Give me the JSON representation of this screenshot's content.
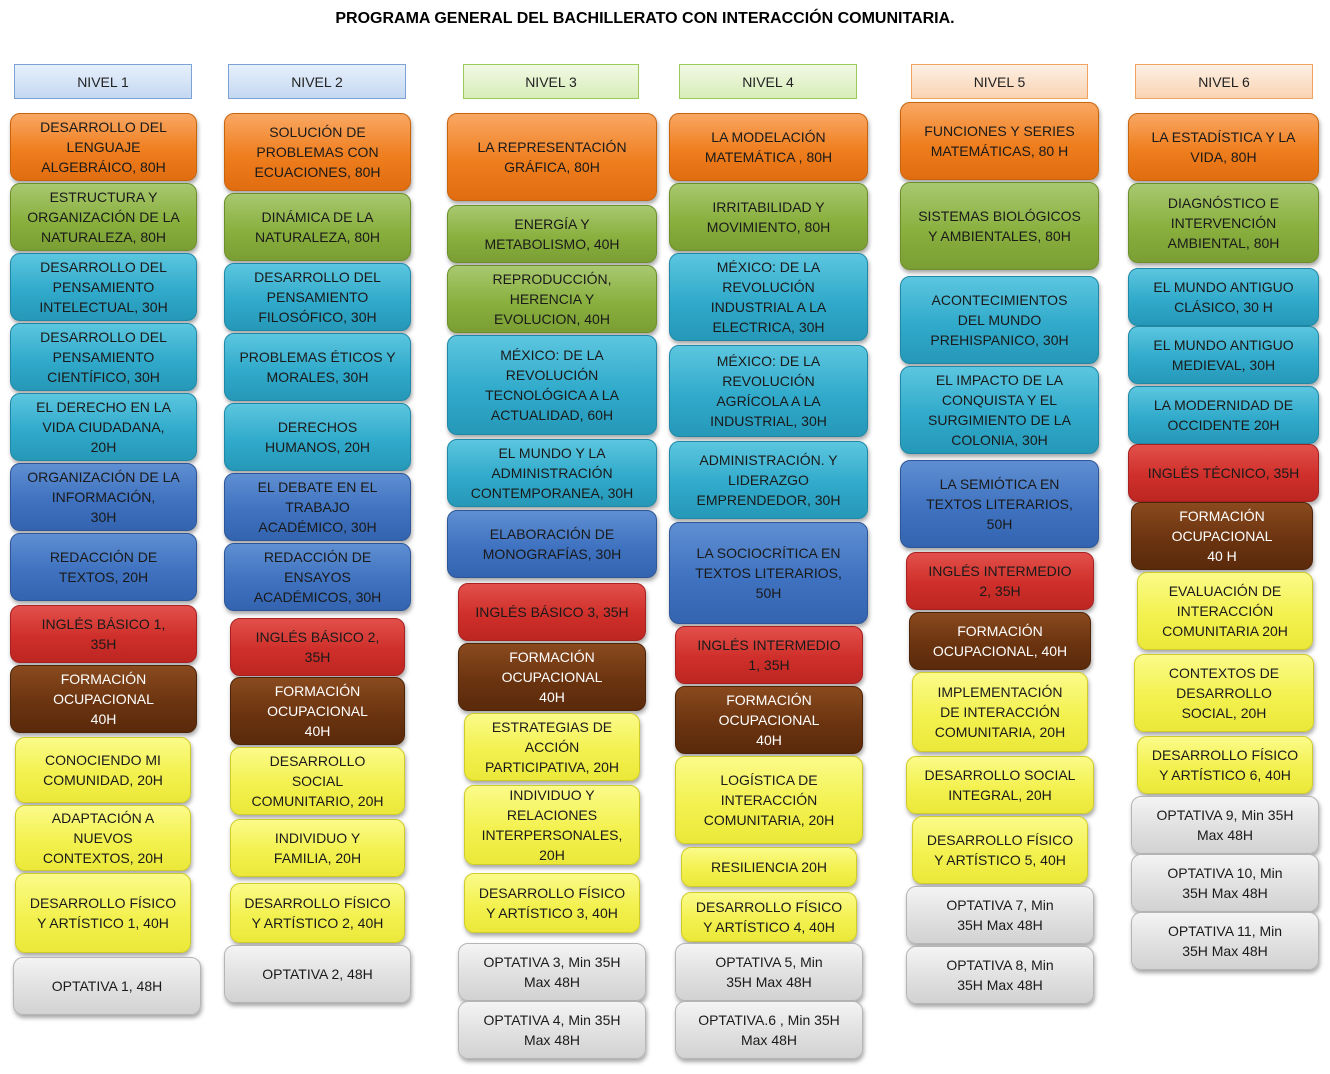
{
  "title": "PROGRAMA GENERAL DEL BACHILLERATO CON INTERACCIÓN COMUNITARIA.",
  "colors": {
    "orange": "#ef7e1e",
    "green": "#8ab03f",
    "cyan": "#31aacb",
    "blue": "#3f72c0",
    "red": "#cf2f2a",
    "brown": "#6b3410",
    "yellow": "#f3f14f",
    "gray": "#e0e0e0"
  },
  "levels": [
    {
      "header": "NIVEL 1",
      "courses": [
        {
          "label": "DESARROLLO DEL\nLENGUAJE\nALGEBRÁICO, 80H",
          "color": "orange"
        },
        {
          "label": "ESTRUCTURA Y\nORGANIZACIÓN DE LA\nNATURALEZA, 80H",
          "color": "green"
        },
        {
          "label": "DESARROLLO DEL\nPENSAMIENTO\nINTELECTUAL, 30H",
          "color": "cyan"
        },
        {
          "label": "DESARROLLO DEL\nPENSAMIENTO\nCIENTÍFICO, 30H",
          "color": "cyan"
        },
        {
          "label": "EL DERECHO  EN LA\nVIDA CIUDADANA,\n20H",
          "color": "cyan"
        },
        {
          "label": "ORGANIZACIÓN DE LA\nINFORMACIÓN,\n30H",
          "color": "blue"
        },
        {
          "label": "REDACCIÓN DE\nTEXTOS, 20H",
          "color": "blue"
        },
        {
          "label": "INGLÉS BÁSICO  1,\n35H",
          "color": "red"
        },
        {
          "label": "FORMACIÓN\nOCUPACIONAL\n40H",
          "color": "brown"
        },
        {
          "label": "CONOCIENDO MI\nCOMUNIDAD, 20H",
          "color": "yellow"
        },
        {
          "label": "ADAPTACIÓN A\nNUEVOS\nCONTEXTOS, 20H",
          "color": "yellow"
        },
        {
          "label": "DESARROLLO FÍSICO\nY ARTÍSTICO 1, 40H",
          "color": "yellow"
        },
        {
          "label": "OPTATIVA  1, 48H",
          "color": "gray"
        }
      ]
    },
    {
      "header": "NIVEL 2",
      "courses": [
        {
          "label": "SOLUCIÓN DE\nPROBLEMAS CON\nECUACIONES, 80H",
          "color": "orange"
        },
        {
          "label": "DINÁMICA DE LA\nNATURALEZA, 80H",
          "color": "green"
        },
        {
          "label": "DESARROLLO DEL\nPENSAMIENTO\nFILOSÓFICO, 30H",
          "color": "cyan"
        },
        {
          "label": "PROBLEMAS ÉTICOS Y\nMORALES, 30H",
          "color": "cyan"
        },
        {
          "label": "DERECHOS\nHUMANOS, 20H",
          "color": "cyan"
        },
        {
          "label": "EL DEBATE EN EL\nTRABAJO\nACADÉMICO, 30H",
          "color": "blue"
        },
        {
          "label": "REDACCIÓN DE\nENSAYOS\nACADÉMICOS, 30H",
          "color": "blue"
        },
        {
          "label": "INGLÉS BÁSICO 2,\n35H",
          "color": "red"
        },
        {
          "label": "FORMACIÓN\nOCUPACIONAL\n40H",
          "color": "brown"
        },
        {
          "label": "DESARROLLO\nSOCIAL\nCOMUNITARIO, 20H",
          "color": "yellow"
        },
        {
          "label": "INDIVIDUO Y\nFAMILIA, 20H",
          "color": "yellow"
        },
        {
          "label": "DESARROLLO FÍSICO\nY ARTÍSTICO  2, 40H",
          "color": "yellow"
        },
        {
          "label": "OPTATIVA 2,  48H",
          "color": "gray"
        }
      ]
    },
    {
      "header": "NIVEL 3",
      "courses": [
        {
          "label": "LA REPRESENTACIÓN\nGRÁFICA, 80H",
          "color": "orange"
        },
        {
          "label": "ENERGÍA Y\nMETABOLISMO, 40H",
          "color": "green"
        },
        {
          "label": "REPRODUCCIÓN,\nHERENCIA Y\nEVOLUCION, 40H",
          "color": "green"
        },
        {
          "label": "MÉXICO: DE LA\nREVOLUCIÓN\nTECNOLÓGICA A LA\nACTUALIDAD, 60H",
          "color": "cyan"
        },
        {
          "label": "EL MUNDO Y LA\nADMINISTRACIÓN\nCONTEMPORANEA, 30H",
          "color": "cyan"
        },
        {
          "label": "ELABORACIÓN DE\nMONOGRAFÍAS, 30H",
          "color": "blue"
        },
        {
          "label": "INGLÉS BÁSICO 3, 35H",
          "color": "red"
        },
        {
          "label": "FORMACIÓN\nOCUPACIONAL\n40H",
          "color": "brown"
        },
        {
          "label": "ESTRATEGIAS DE\nACCIÓN\nPARTICIPATIVA, 20H",
          "color": "yellow"
        },
        {
          "label": "INDIVIDUO Y\nRELACIONES\nINTERPERSONALES,\n20H",
          "color": "yellow"
        },
        {
          "label": "DESARROLLO FÍSICO\nY ARTÍSTICO  3, 40H",
          "color": "yellow"
        },
        {
          "label": "OPTATIVA 3,  Min 35H\nMax 48H",
          "color": "gray"
        },
        {
          "label": "OPTATIVA 4, Min 35H\nMax 48H",
          "color": "gray"
        }
      ]
    },
    {
      "header": "NIVEL 4",
      "courses": [
        {
          "label": "LA MODELACIÓN\nMATEMÁTICA , 80H",
          "color": "orange"
        },
        {
          "label": "IRRITABILIDAD Y\nMOVIMIENTO, 80H",
          "color": "green"
        },
        {
          "label": "MÉXICO: DE LA\nREVOLUCIÓN\nINDUSTRIAL A LA\nELECTRICA, 30H",
          "color": "cyan"
        },
        {
          "label": "MÉXICO: DE LA\nREVOLUCIÓN\nAGRÍCOLA A LA\nINDUSTRIAL, 30H",
          "color": "cyan"
        },
        {
          "label": "ADMINISTRACIÓN. Y\nLIDERAZGO\nEMPRENDEDOR, 30H",
          "color": "cyan"
        },
        {
          "label": "LA SOCIOCRÍTICA EN\nTEXTOS LITERARIOS,\n50H",
          "color": "blue"
        },
        {
          "label": "INGLÉS INTERMEDIO\n1, 35H",
          "color": "red"
        },
        {
          "label": "FORMACIÓN\nOCUPACIONAL\n40H",
          "color": "brown"
        },
        {
          "label": "LOGÍSTICA DE\nINTERACCIÓN\nCOMUNITARIA, 20H",
          "color": "yellow"
        },
        {
          "label": "RESILIENCIA 20H",
          "color": "yellow"
        },
        {
          "label": "DESARROLLO FÍSICO\nY ARTÍSTICO  4, 40H",
          "color": "yellow"
        },
        {
          "label": "OPTATIVA  5,  Min\n35H  Max 48H",
          "color": "gray"
        },
        {
          "label": "OPTATIVA.6 , Min 35H\nMax 48H",
          "color": "gray"
        }
      ]
    },
    {
      "header": "NIVEL 5",
      "courses": [
        {
          "label": "FUNCIONES Y SERIES\nMATEMÁTICAS, 80 H",
          "color": "orange"
        },
        {
          "label": "SISTEMAS BIOLÓGICOS\nY AMBIENTALES, 80H",
          "color": "green"
        },
        {
          "label": "ACONTECIMIENTOS\nDEL MUNDO\nPREHISPANICO, 30H",
          "color": "cyan"
        },
        {
          "label": "EL IMPACTO DE LA\nCONQUISTA Y EL\nSURGIMIENTO DE LA\nCOLONIA, 30H",
          "color": "cyan"
        },
        {
          "label": "LA SEMIÓTICA EN\nTEXTOS LITERARIOS,\n50H",
          "color": "blue"
        },
        {
          "label": "INGLÉS INTERMEDIO\n2, 35H",
          "color": "red"
        },
        {
          "label": "FORMACIÓN\nOCUPACIONAL, 40H",
          "color": "brown"
        },
        {
          "label": "IMPLEMENTACIÓN\nDE INTERACCIÓN\nCOMUNITARIA, 20H",
          "color": "yellow"
        },
        {
          "label": "DESARROLLO SOCIAL\nINTEGRAL,  20H",
          "color": "yellow"
        },
        {
          "label": "DESARROLLO FÍSICO\nY ARTÍSTICO 5,  40H",
          "color": "yellow"
        },
        {
          "label": "OPTATIVA 7,   Min\n35H  Max 48H",
          "color": "gray"
        },
        {
          "label": "OPTATIVA 8,   Min\n35H  Max 48H",
          "color": "gray"
        }
      ]
    },
    {
      "header": "NIVEL 6",
      "courses": [
        {
          "label": "LA ESTADÍSTICA Y LA\nVIDA, 80H",
          "color": "orange"
        },
        {
          "label": "DIAGNÓSTICO E\nINTERVENCIÓN\nAMBIENTAL, 80H",
          "color": "green"
        },
        {
          "label": "EL MUNDO ANTIGUO\nCLÁSICO, 30 H",
          "color": "cyan"
        },
        {
          "label": "EL MUNDO ANTIGUO\nMEDIEVAL, 30H",
          "color": "cyan"
        },
        {
          "label": "LA MODERNIDAD DE\nOCCIDENTE 20H",
          "color": "cyan"
        },
        {
          "label": "INGLÉS TÉCNICO, 35H",
          "color": "red"
        },
        {
          "label": "FORMACIÓN\nOCUPACIONAL\n40 H",
          "color": "brown"
        },
        {
          "label": "EVALUACIÓN  DE\nINTERACCIÓN\nCOMUNITARIA 20H",
          "color": "yellow"
        },
        {
          "label": "CONTEXTOS  DE\nDESARROLLO\nSOCIAL,  20H",
          "color": "yellow"
        },
        {
          "label": "DESARROLLO FÍSICO\nY ARTÍSTICO 6,  40H",
          "color": "yellow"
        },
        {
          "label": "OPTATIVA 9,  Min 35H\nMax 48H",
          "color": "gray"
        },
        {
          "label": "OPTATIVA 10,  Min\n35H  Max 48H",
          "color": "gray"
        },
        {
          "label": "OPTATIVA 11, Min\n35H  Max 48H",
          "color": "gray"
        }
      ]
    }
  ]
}
